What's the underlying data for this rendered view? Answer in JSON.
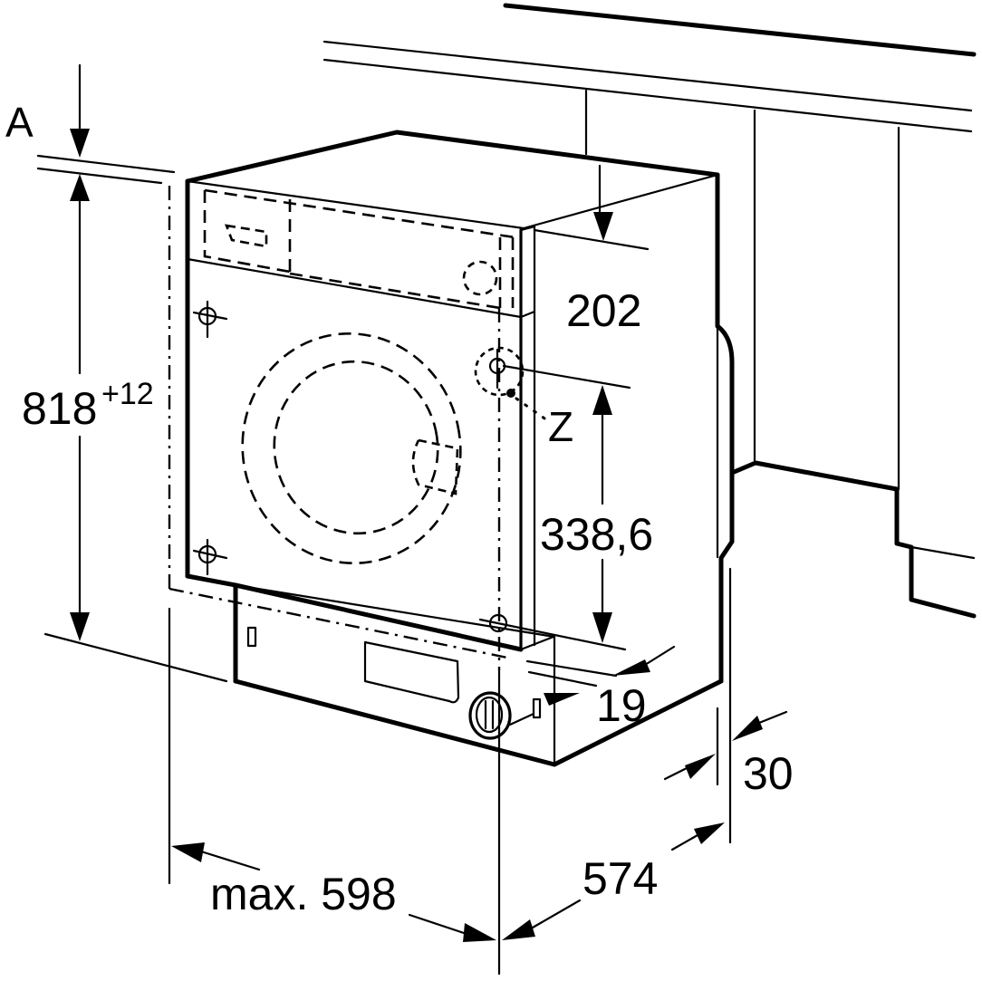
{
  "diagram": {
    "subject": "Built-in washing machine installation dimensions",
    "colors": {
      "line": "#000000",
      "background": "#ffffff"
    },
    "labels": {
      "clearance_a": "A",
      "height_value": "818",
      "height_tolerance": "+12",
      "top_depth": "202",
      "marker_z": "Z",
      "hinge_offset": "338,6",
      "plinth_offset": "19",
      "door_gap": "30",
      "width_label": "max. 598",
      "depth_value": "574"
    }
  }
}
